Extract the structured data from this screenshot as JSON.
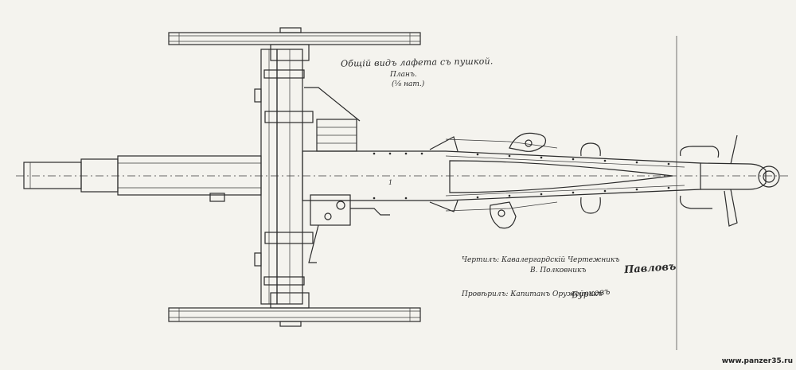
{
  "drawing": {
    "title": "Общій видъ лафета съ пушкой.",
    "subtitle": "Планъ.",
    "scale": "(⅛ нат.)",
    "drew_label": "Чертилъ: Кавалергардскій Чертежникъ",
    "drew_rank": "В. Полковникъ",
    "drew_signature": "Павловъ",
    "checked_label": "Провѣрилъ: Капитанъ Оружейникъ",
    "checked_signature": "Бурковъ",
    "dimension_mark": "1"
  },
  "watermark": "www.panzer35.ru",
  "colors": {
    "ink": "#2b2b2b",
    "paper": "#f4f3ee"
  },
  "components": [
    "upper-wheel",
    "lower-wheel",
    "axle",
    "gun-barrel",
    "trail",
    "trail-handle-top",
    "trail-handle-bottom",
    "spade-lever-top",
    "spade-lever-bottom",
    "lunette",
    "elevating-gear",
    "breech-mechanism"
  ]
}
